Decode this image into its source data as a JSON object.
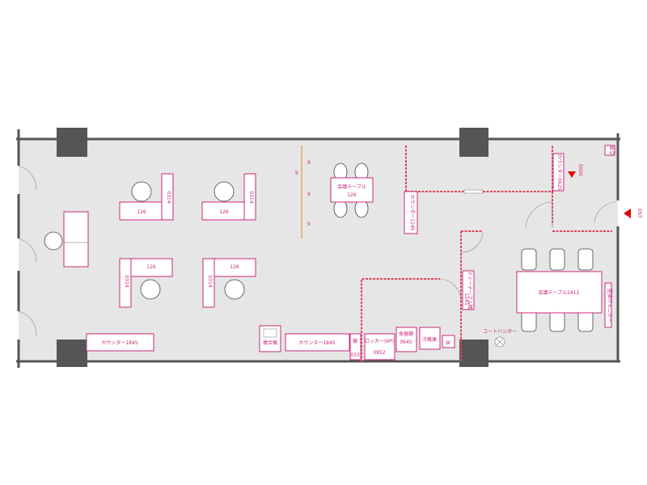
{
  "labels": {
    "desk_1": "126",
    "desk_1_side": "0314",
    "desk_2": "126",
    "desk_2_side": "0314",
    "desk_3": "126",
    "desk_3_side": "0314",
    "desk_4": "126",
    "desk_4_side": "0314",
    "meeting_small": "会議テーブル",
    "meeting_small_size": "126",
    "counter_center": "カウンター1245",
    "counter_left": "カウンター1845",
    "counter_mid": "カウンター1845",
    "copier": "複合機",
    "shelf": "棚",
    "shelf_size": "033",
    "locker": "ロッカー(6P)",
    "locker_size": "0952",
    "dish_shelf": "食器棚",
    "dish_shelf_size": "0645",
    "fridge": "冷蔵庫",
    "washer": "W",
    "tea_table": "ティーテーブル棚",
    "tea_table_size": "1245",
    "meeting_large": "会議テーブル2412",
    "monitor": "壁掛けモニター",
    "counter_entry": "カウンター0625",
    "sign": "SIGN",
    "ent": "ENT",
    "umbrella": "傘立",
    "coat_hanger": "コートハンガー",
    "rail_marks": [
      "9",
      "9",
      "9",
      "9"
    ]
  },
  "colors": {
    "label": "#c8287a",
    "partition": "#e0445a",
    "floor": "#e6e6e6",
    "wall": "#555555",
    "column": "#555555",
    "arrow": "#e00000"
  }
}
